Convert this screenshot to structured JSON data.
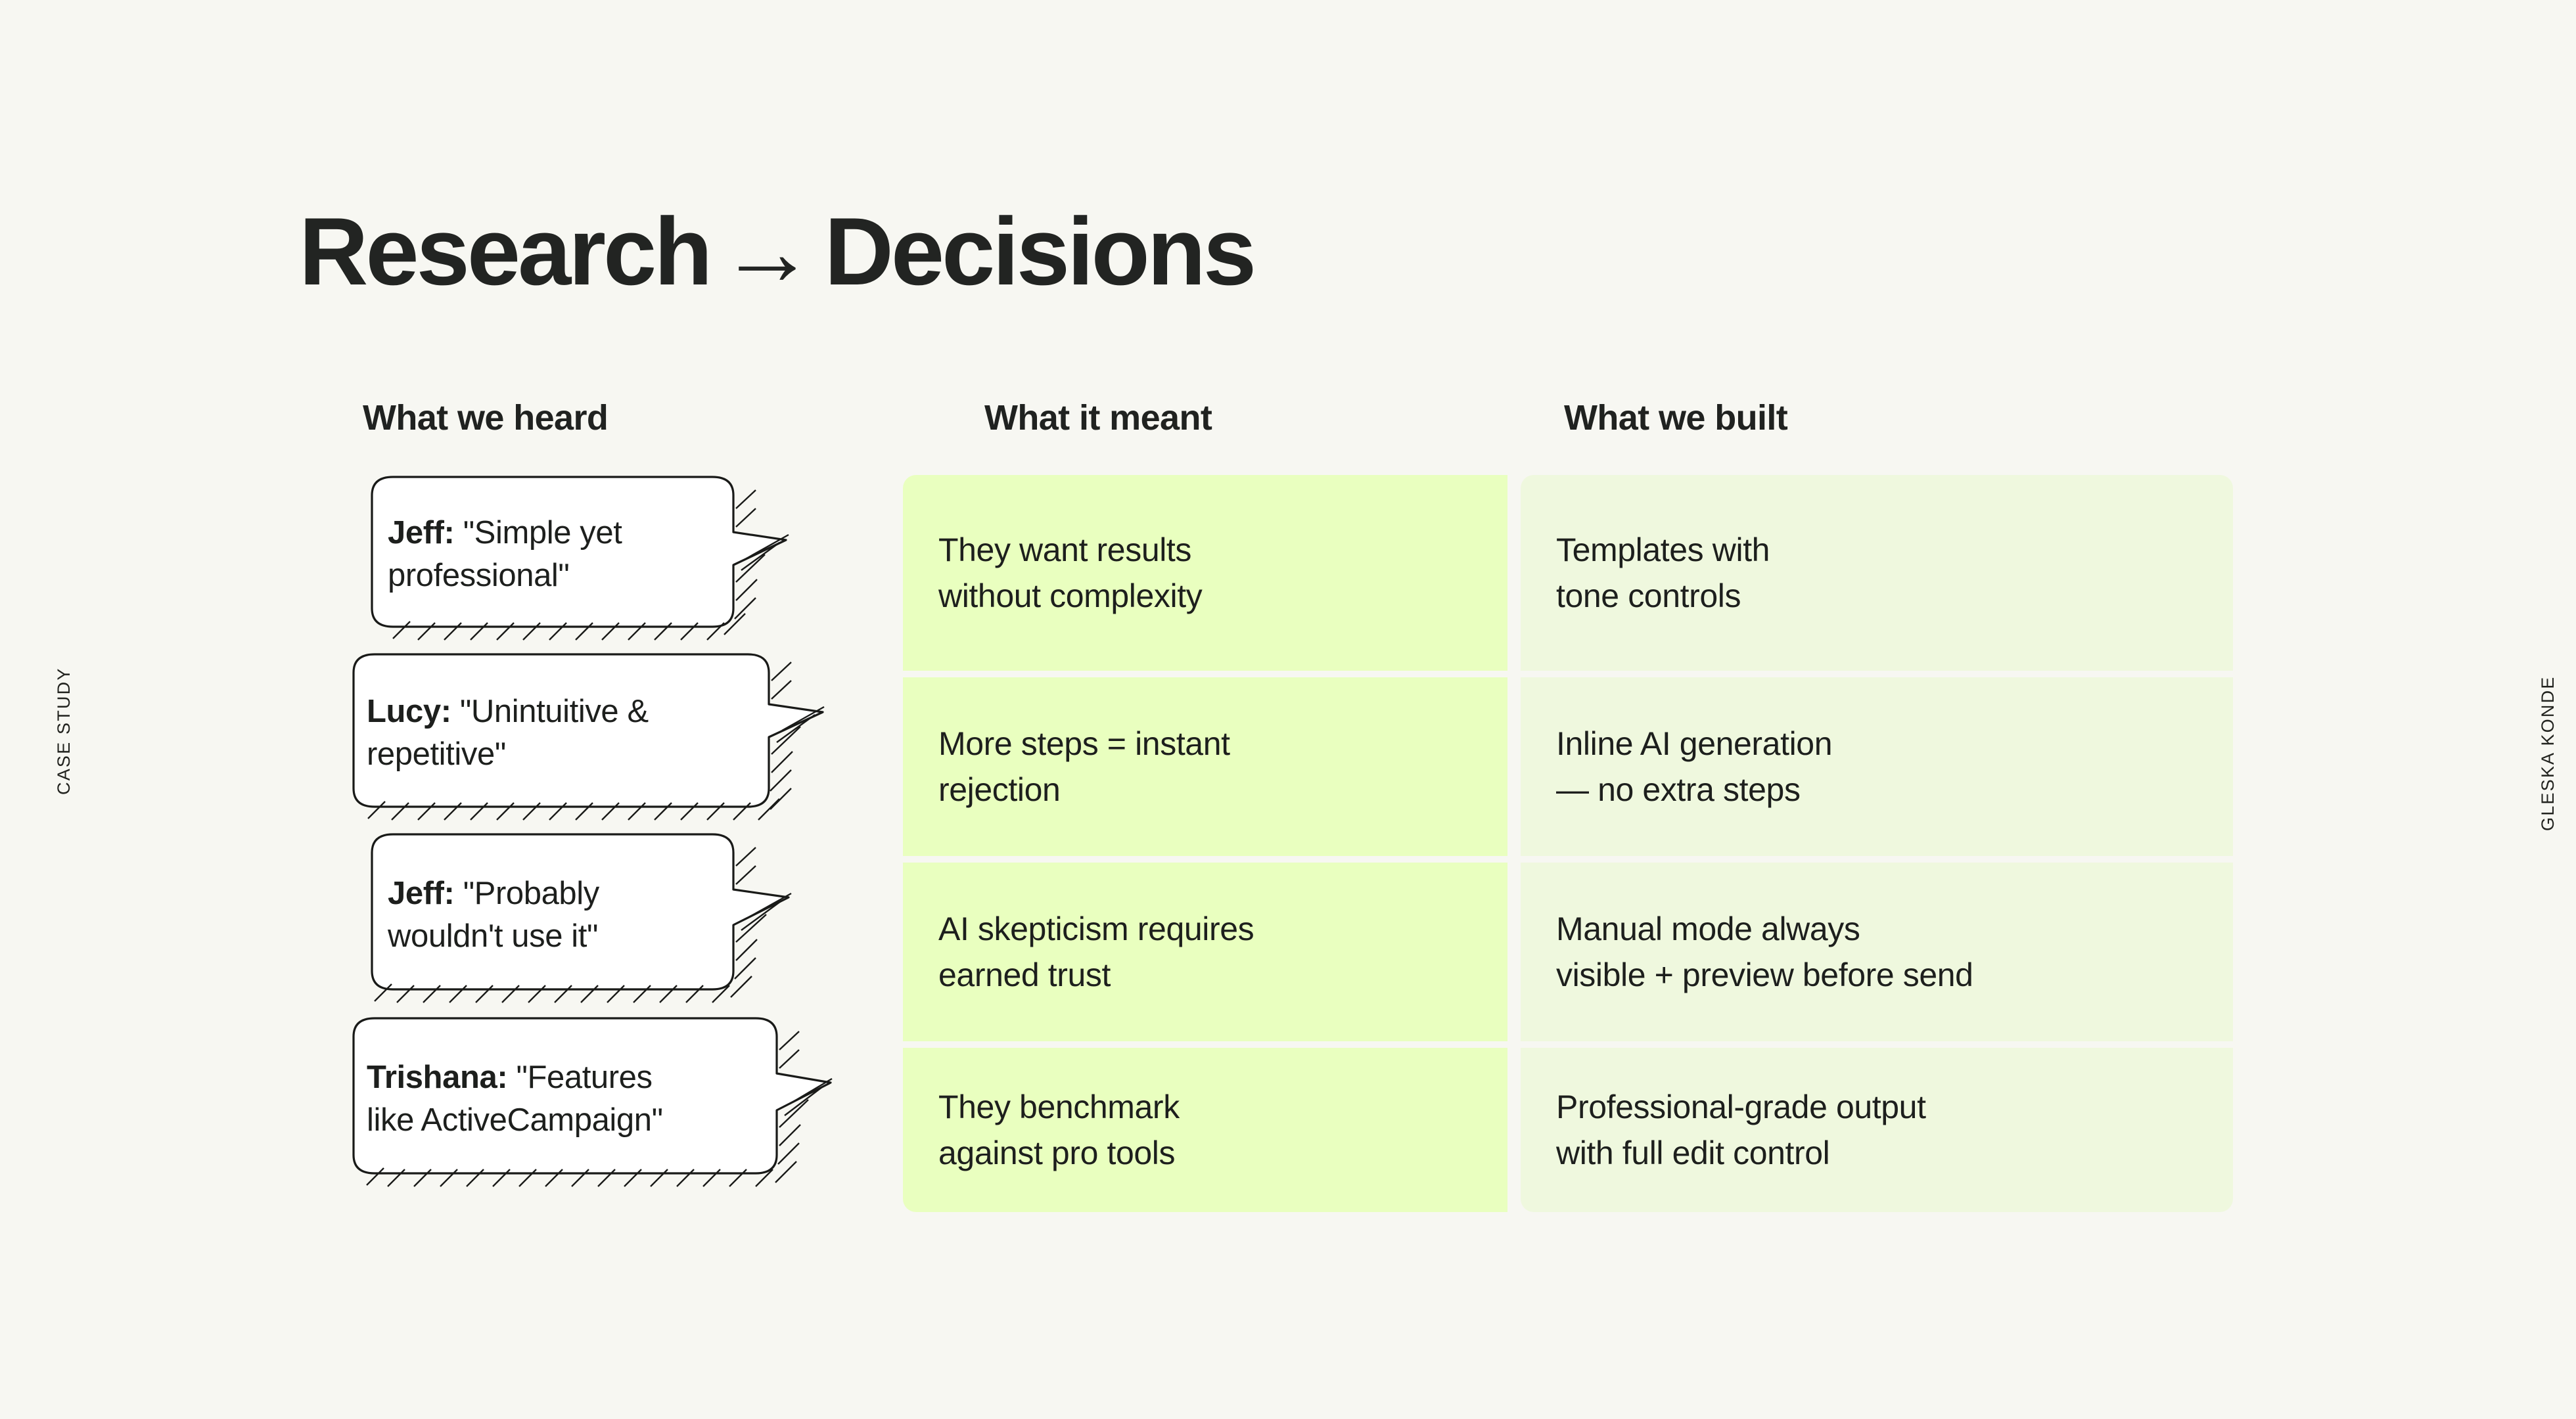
{
  "rails": {
    "left_label": "CASE STUDY",
    "right_label": "GLESKA KONDE"
  },
  "title": {
    "before": "Research",
    "arrow": "→",
    "after": "Decisions"
  },
  "columns": {
    "heard_header": "What we heard",
    "meant_header": "What it meant",
    "built_header": "What we built"
  },
  "colors": {
    "page_background": "#f7f7f2",
    "cell_meant": "#e9ffbf",
    "cell_built": "#eff8de",
    "ink": "#1d1f1d",
    "bubble_fill": "#ffffff",
    "bubble_stroke": "#191a18"
  },
  "rows": [
    {
      "speaker": "Jeff:",
      "quote_line1": "\"Simple yet",
      "quote_line2": "professional\"",
      "meant_line1": "They want results",
      "meant_line2": "without complexity",
      "built_line1": "Templates with",
      "built_line2": "tone controls"
    },
    {
      "speaker": "Lucy:",
      "quote_line1": "\"Unintuitive &",
      "quote_line2": "repetitive\"",
      "meant_line1": "More steps = instant",
      "meant_line2": "rejection",
      "built_line1": "Inline AI generation",
      "built_line2": "— no extra steps"
    },
    {
      "speaker": "Jeff:",
      "quote_line1": "\"Probably",
      "quote_line2": "wouldn't use it\"",
      "meant_line1": "AI skepticism requires",
      "meant_line2": "earned trust",
      "built_line1": "Manual mode always",
      "built_line2": "visible + preview before send"
    },
    {
      "speaker": "Trishana:",
      "quote_line1": "\"Features",
      "quote_line2": "like ActiveCampaign\"",
      "meant_line1": "They benchmark",
      "meant_line2": "against pro tools",
      "built_line1": "Professional-grade output",
      "built_line2": "with full edit control"
    }
  ]
}
